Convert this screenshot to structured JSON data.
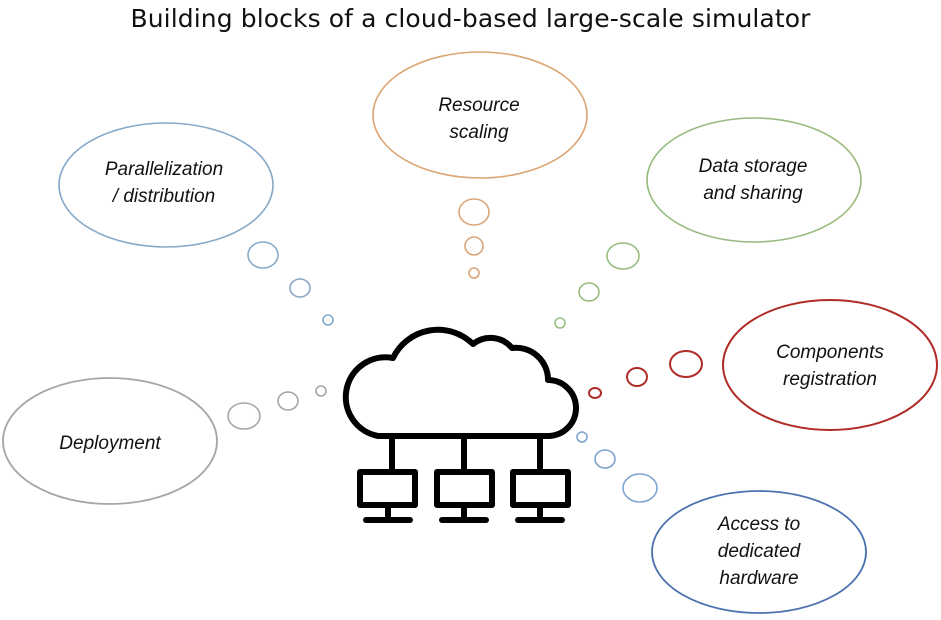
{
  "title": "Building blocks of a cloud-based large-scale simulator",
  "center_icon": "cloud-network-icon",
  "blocks": [
    {
      "id": "parallelization",
      "lines": [
        "Parallelization",
        "/ distribution"
      ],
      "color": "#86a9c9"
    },
    {
      "id": "resource-scaling",
      "lines": [
        "Resource",
        "scaling"
      ],
      "color": "#dba676"
    },
    {
      "id": "data-storage",
      "lines": [
        "Data storage",
        "and sharing"
      ],
      "color": "#98bb7e"
    },
    {
      "id": "components-registration",
      "lines": [
        "Components",
        "registration"
      ],
      "color": "#b02c27"
    },
    {
      "id": "access-hardware",
      "lines": [
        "Access to",
        "dedicated",
        "hardware"
      ],
      "color": "#4c72b0"
    },
    {
      "id": "deployment",
      "lines": [
        "Deployment"
      ],
      "color": "#a6a6a6"
    }
  ]
}
